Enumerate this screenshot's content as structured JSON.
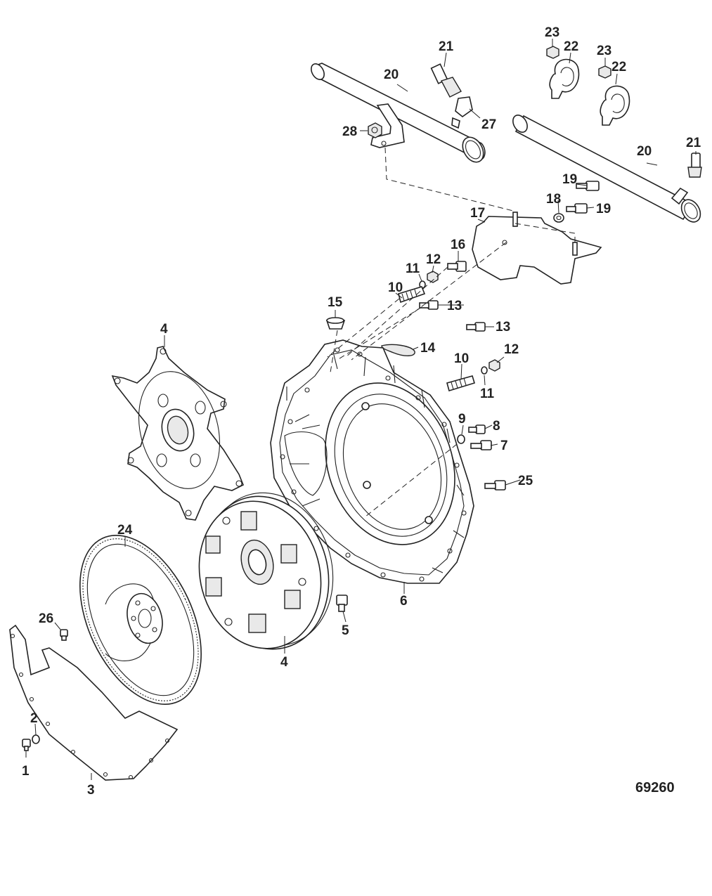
{
  "figure_number": "69260",
  "callouts": {
    "c1": "1",
    "c2": "2",
    "c3": "3",
    "c4a": "4",
    "c4b": "4",
    "c5": "5",
    "c6": "6",
    "c7": "7",
    "c8": "8",
    "c9": "9",
    "c10a": "10",
    "c10b": "10",
    "c11a": "11",
    "c11b": "11",
    "c12a": "12",
    "c12b": "12",
    "c13a": "13",
    "c13b": "13",
    "c14": "14",
    "c15": "15",
    "c16": "16",
    "c17": "17",
    "c18": "18",
    "c19a": "19",
    "c19b": "19",
    "c20a": "20",
    "c20b": "20",
    "c21a": "21",
    "c21b": "21",
    "c22a": "22",
    "c22b": "22",
    "c23a": "23",
    "c23b": "23",
    "c24": "24",
    "c25": "25",
    "c26": "26",
    "c27": "27",
    "c28": "28"
  }
}
